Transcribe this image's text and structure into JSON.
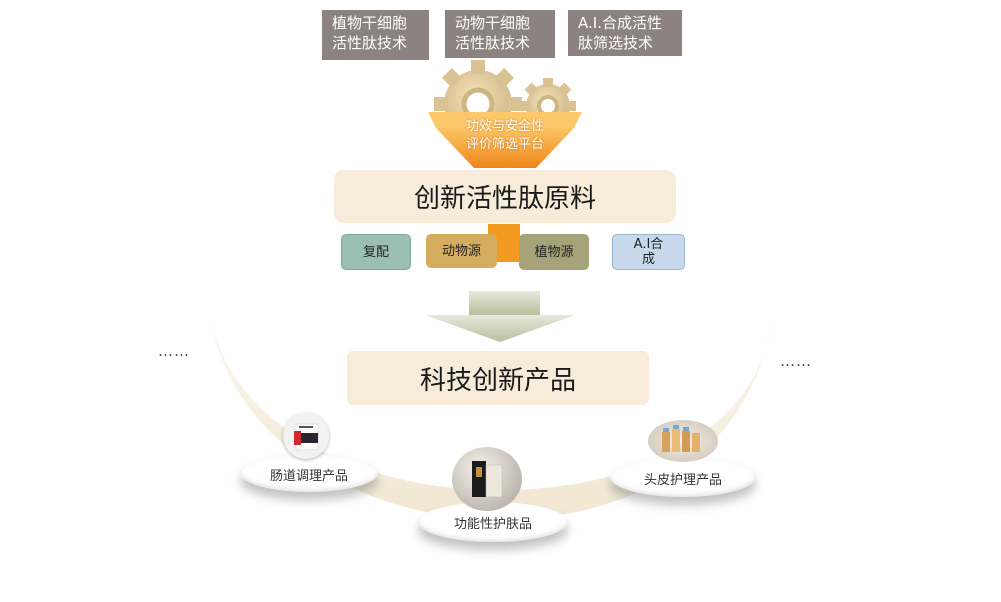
{
  "tech_sources": [
    {
      "line1": "植物干细胞",
      "line2": "活性肽技术"
    },
    {
      "line1": "动物干细胞",
      "line2": "活性肽技术"
    },
    {
      "line1": "A.I.合成活性",
      "line2": "肽筛选技术"
    }
  ],
  "funnel": {
    "line1": "功效与安全性",
    "line2": "评价筛选平台"
  },
  "main_title": "创新活性肽原料",
  "tags": [
    {
      "line1": "复配",
      "line2": ""
    },
    {
      "line1": "动物源",
      "line2": ""
    },
    {
      "line1": "植物源",
      "line2": ""
    },
    {
      "line1": "A.I合",
      "line2": "成"
    }
  ],
  "product_title": "科技创新产品",
  "ellipsis_left": "……",
  "ellipsis_right": "……",
  "products": [
    {
      "label": "肠道调理产品"
    },
    {
      "label": "功能性护肤品"
    },
    {
      "label": "头皮护理产品"
    }
  ],
  "colors": {
    "tech_box": "#8c8380",
    "funnel_orange": "#f39a21",
    "main_box": "#f6ecd9",
    "arc": "#f3ebd8",
    "arrow": "#c9cdb5"
  }
}
